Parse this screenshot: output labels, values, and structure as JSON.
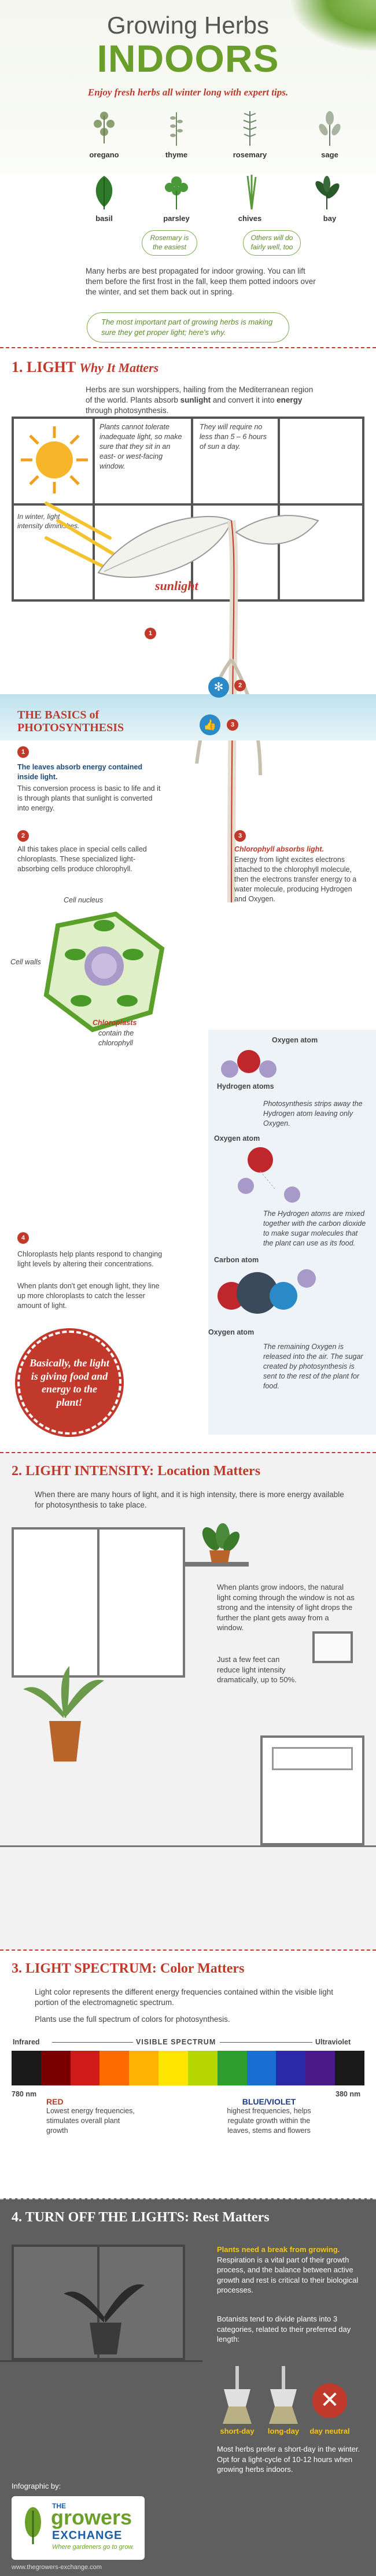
{
  "header": {
    "title_line1": "Growing Herbs",
    "title_line2": "INDOORS",
    "subtitle": "Enjoy fresh herbs all winter long with expert tips."
  },
  "herbs": {
    "row1": [
      "oregano",
      "thyme",
      "rosemary",
      "sage"
    ],
    "row2": [
      "basil",
      "parsley",
      "chives",
      "bay"
    ],
    "note_easiest": "Rosemary is the easiest",
    "note_others": "Others will do fairly well, too"
  },
  "intro": {
    "text": "Many herbs are best propagated for indoor growing. You can lift them before the first frost in the fall, keep them potted indoors over the winter, and set them back out in spring.",
    "tip": "The most important part of growing herbs is making sure they get proper light; here's why."
  },
  "section1": {
    "number": "1.",
    "title": "LIGHT",
    "title_italic": "Why It Matters",
    "intro_a": "Herbs are sun worshippers, hailing from the Mediterranean region of the world. Plants absorb ",
    "intro_b": "sunlight",
    "intro_c": " and convert it into ",
    "intro_d": "energy",
    "intro_e": " through photosynthesis.",
    "window_note1": "Plants cannot tolerate inadequate light, so make sure that they sit in an east- or west-facing window.",
    "window_note2": "They will require no less than 5 – 6 hours of sun a day.",
    "window_note3": "In winter, light intensity diminishes.",
    "sunlight_label": "sunlight",
    "basics_title": "THE BASICS of PHOTOSYNTHESIS",
    "step1_bold": "The leaves absorb energy contained inside light.",
    "step1_text": "This conversion process is basic to life and it is through plants that sunlight is converted into energy.",
    "step2_text": "All this takes place in special cells called chloroplasts. These specialized light-absorbing cells produce chlorophyll.",
    "step3_title": "Chlorophyll absorbs light.",
    "step3_text": "Energy from light excites electrons attached to the chlorophyll molecule, then the electrons transfer energy to a water molecule, producing Hydrogen and Oxygen.",
    "cell_nucleus": "Cell nucleus",
    "cell_walls": "Cell walls",
    "chloroplasts_label": "Chloroplasts",
    "chloroplasts_sub": "contain the chlorophyll",
    "oxygen_atom": "Oxygen atom",
    "hydrogen_atoms": "Hydrogen atoms",
    "carbon_atom": "Carbon atom",
    "mol_note1": "Photosynthesis strips away the Hydrogen atom leaving only Oxygen.",
    "mol_note2": "The Hydrogen atoms are mixed together with the carbon dioxide to make sugar molecules that the plant can use as its food.",
    "mol_note3": "The remaining Oxygen is released into the air. The sugar created by photosynthesis is sent to the rest of the plant for food.",
    "step4_text": "Chloroplasts help plants respond to changing light levels by altering their concentrations.",
    "step4_text2": "When plants don't get enough light, they line up more chloroplasts to catch the lesser amount of light.",
    "circle_text": "Basically, the light is giving food and energy to the plant!"
  },
  "section2": {
    "number": "2.",
    "title": "LIGHT INTENSITY:",
    "title_rest": "Location Matters",
    "intro": "When there are many hours of light, and it is high intensity, there is more energy available for photosynthesis to take place.",
    "note1": "When plants grow indoors, the natural light coming through the window is not as strong and the intensity of light drops the further the plant gets away from a window.",
    "note2": "Just a few feet can reduce light intensity dramatically, up to 50%."
  },
  "section3": {
    "number": "3.",
    "title": "LIGHT SPECTRUM:",
    "title_rest": "Color Matters",
    "intro1": "Light color represents the different energy frequencies contained within the visible light portion of the electromagnetic spectrum.",
    "intro2": "Plants use the full spectrum of colors for photosynthesis.",
    "infrared": "Infrared",
    "visible": "VISIBLE SPECTRUM",
    "ultraviolet": "Ultraviolet",
    "nm_left": "780 nm",
    "nm_right": "380 nm",
    "red_title": "RED",
    "red_text": "Lowest energy frequencies, stimulates overall plant growth",
    "blue_title": "BLUE/VIOLET",
    "blue_text": "highest frequencies, helps regulate growth within the leaves, stems and flowers",
    "spectrum_colors": [
      "#1a1a1a",
      "#7a0000",
      "#d11a1a",
      "#ff6a00",
      "#ffb300",
      "#ffe600",
      "#b5d600",
      "#2e9e2e",
      "#1a6ed1",
      "#2a2aa8",
      "#4b1a8a",
      "#1a1a1a"
    ]
  },
  "section4": {
    "number": "4.",
    "title": "TURN OFF THE LIGHTS:",
    "title_rest": "Rest Matters",
    "text1_bold": "Plants need a break from growing.",
    "text1": "Respiration is a vital part of their growth process, and the balance between active growth and rest is critical to their biological processes.",
    "text2": "Botanists tend to divide plants into 3 categories, related to their preferred day length:",
    "lamp1": "short-day",
    "lamp2": "long-day",
    "lamp3": "day neutral",
    "text3": "Most herbs prefer a short-day in the winter. Opt for a light-cycle of 10-12 hours when growing herbs indoors.",
    "infographic_by": "Infographic by:",
    "brand_the": "THE",
    "brand_name": "growers",
    "brand_exchange": "EXCHANGE",
    "brand_tag": "Where gardeners go to grow.",
    "url": "www.thegrowers-exchange.com"
  }
}
